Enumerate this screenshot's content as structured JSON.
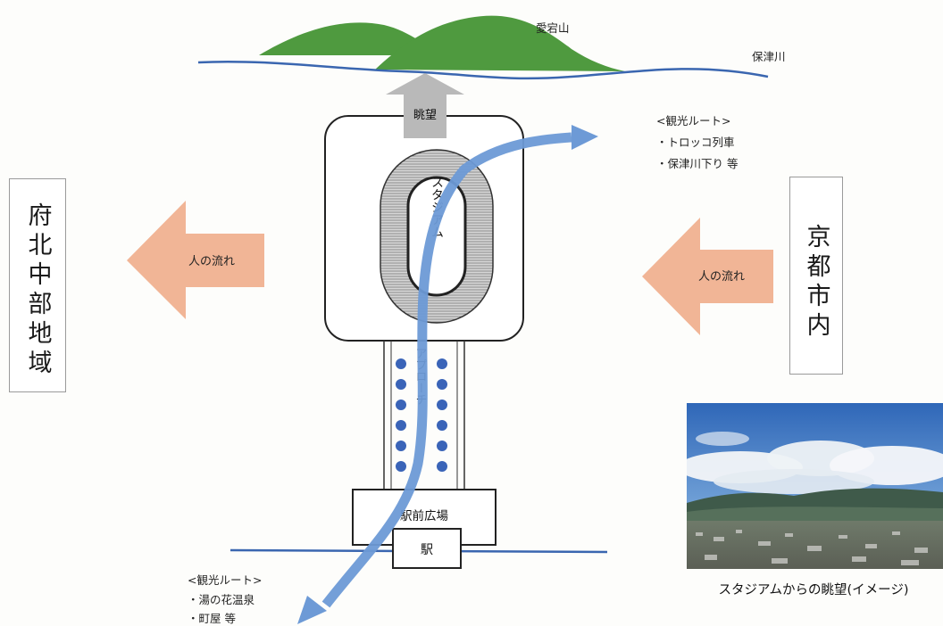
{
  "diagram": {
    "mountain_label": "愛宕山",
    "river_label": "保津川",
    "view_label": "眺望",
    "stadium_label": "スタジアム",
    "approach_label": "アプローチ",
    "plaza_label": "駅前広場",
    "station_label": "駅",
    "left_flow_label": "人の流れ",
    "right_flow_label": "人の流れ",
    "left_region": "府北中部地域",
    "right_region": "京都市内",
    "route_top": {
      "title": "<観光ルート>",
      "items": [
        "・トロッコ列車",
        "・保津川下り 等"
      ]
    },
    "route_bottom": {
      "title": "<観光ルート>",
      "items": [
        "・湯の花温泉",
        "・町屋 等"
      ]
    },
    "photo_caption": "スタジアムからの眺望(イメージ)"
  },
  "colors": {
    "mountain": "#4f9a3f",
    "river": "#3a66b0",
    "blue_arrow": "#6d9ad6",
    "people_arrow": "#f1b596",
    "view_arrow": "#b9b9b9",
    "stadium_hatch": "#8a8a8a",
    "approach_dot": "#3a64b8"
  }
}
